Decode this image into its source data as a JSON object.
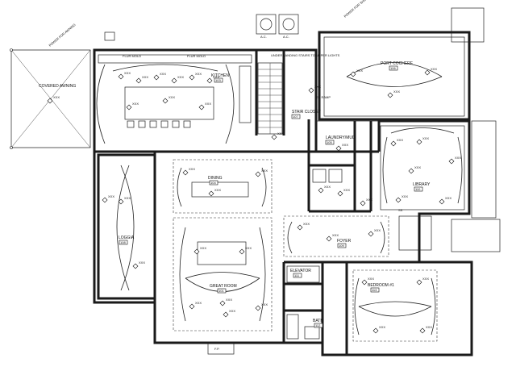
{
  "rooms": [
    {
      "id": "kitchen",
      "name": "KITCHEN",
      "number": "103"
    },
    {
      "id": "porte",
      "name": "PORT COCHERE",
      "number": "106"
    },
    {
      "id": "laundry",
      "name": "LAUNDRY/MUD",
      "number": "105"
    },
    {
      "id": "library",
      "name": "LIBRARY",
      "number": "110"
    },
    {
      "id": "dining",
      "name": "DINING",
      "number": "104"
    },
    {
      "id": "loggia",
      "name": "LOGGIA",
      "number": "108"
    },
    {
      "id": "great",
      "name": "GREAT ROOM",
      "number": "101"
    },
    {
      "id": "foyer",
      "name": "FOYER",
      "number": "109"
    },
    {
      "id": "elevator",
      "name": "ELEVATOR",
      "number": "111"
    },
    {
      "id": "bedroom",
      "name": "BEDROOM #1",
      "number": "113"
    },
    {
      "id": "bath",
      "name": "BATH",
      "number": "112"
    },
    {
      "id": "stair",
      "name": "STAIR CLOSET",
      "number": "107"
    }
  ],
  "notes": {
    "covered_awning": "COVERED AWNING",
    "power_awning": "POWER FOR AWNING",
    "power_shutters": "POWER FOR SHUTTERS",
    "under_landing": "UNDER LANDING STAIRS TO UPPER LIGHTS",
    "ev_ramp": "EV RAMP",
    "ac1": "A.C.",
    "ac2": "A.C.",
    "fluor1": "FLUR MOLD",
    "fluor2": "FLUR MOLD",
    "ss": "SS",
    "fp": "F.P."
  },
  "fixture_tag": "XXX"
}
